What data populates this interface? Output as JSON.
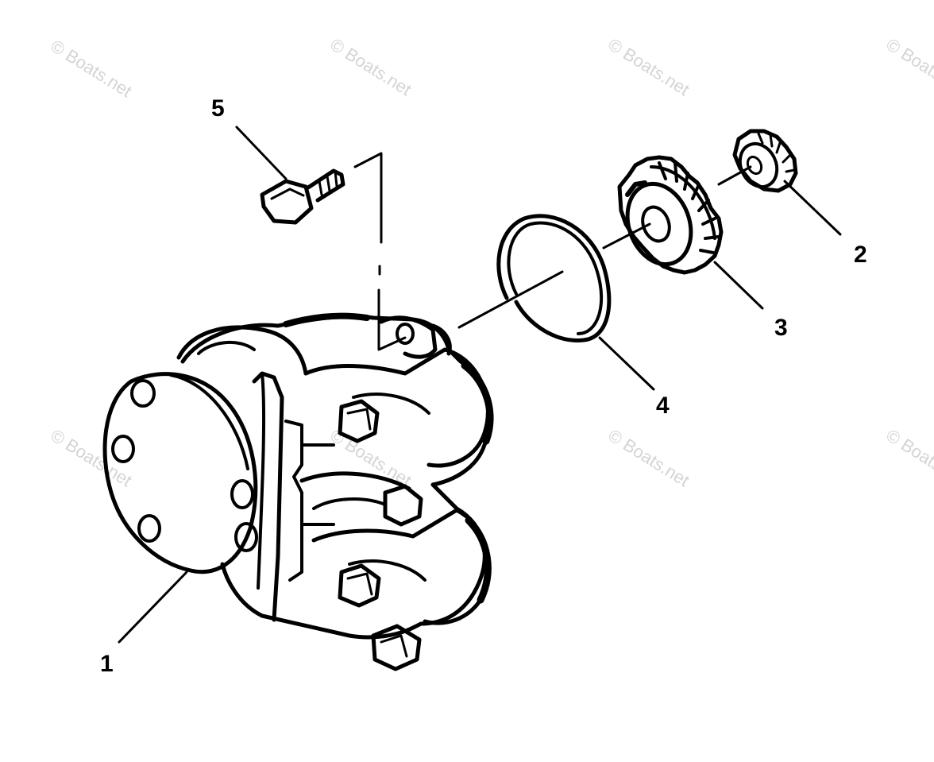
{
  "watermark": {
    "text": "© Boats.net",
    "color": "#d4d4d4"
  },
  "callouts": {
    "part1": "1",
    "part2": "2",
    "part3": "3",
    "part4": "4",
    "part5": "5"
  },
  "colors": {
    "ink": "#000000",
    "background": "#ffffff"
  }
}
